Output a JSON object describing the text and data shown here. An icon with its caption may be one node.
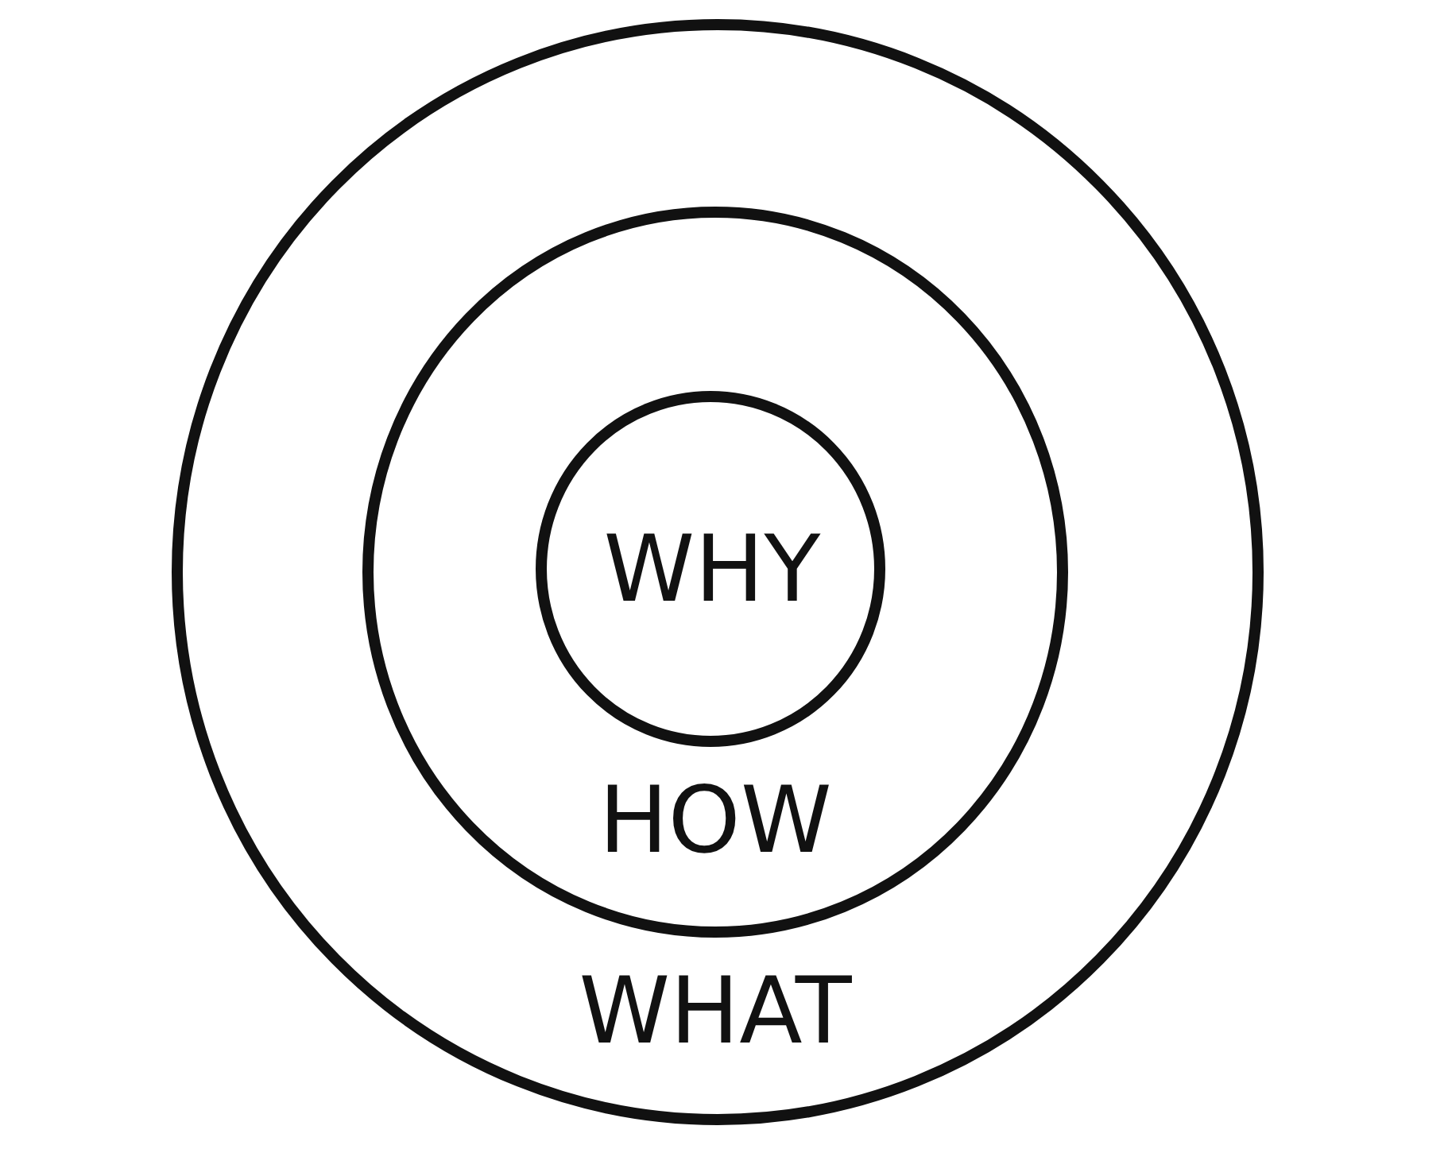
{
  "diagram": {
    "nodes": [
      {
        "text": [
          "WHAT"
        ]
      },
      {
        "text": [
          "HOW"
        ],
        "in": 0
      },
      {
        "text": [
          "WHY"
        ],
        "in": 1
      }
    ]
  }
}
